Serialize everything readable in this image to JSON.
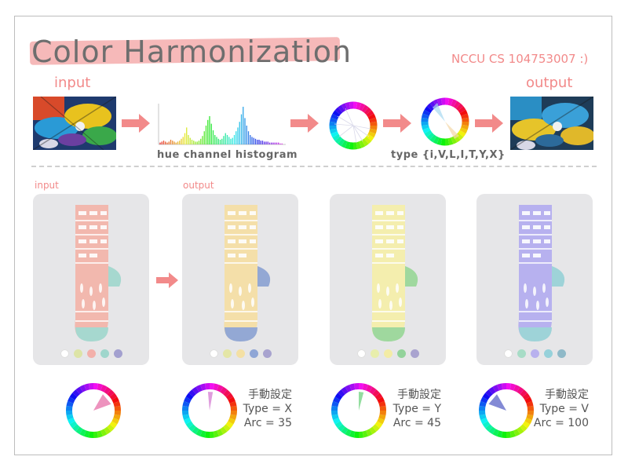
{
  "title": "Color Harmonization",
  "credit": "NCCU CS 104753007 :)",
  "top": {
    "input_label": "input",
    "output_label": "output",
    "histogram_caption": "hue channel histogram",
    "type_caption": "type {i,V,L,I,T,Y,X}"
  },
  "bottom": {
    "input_label": "input",
    "output_label": "output",
    "panels": [
      {
        "sock_color": "#f2b8ae",
        "accent": "#a6d8cf",
        "toe": "#a6d8cf",
        "palette": [
          "#ffffff",
          "#dde4a6",
          "#f3b0aa",
          "#9fd6cc",
          "#a3a0cf"
        ]
      },
      {
        "sock_color": "#f4dfa9",
        "accent": "#93a8d4",
        "toe": "#93a8d4",
        "palette": [
          "#ffffff",
          "#e4e6a6",
          "#f4e0a4",
          "#8fa6d6",
          "#a8a3cf"
        ]
      },
      {
        "sock_color": "#f4eeae",
        "accent": "#9fd89e",
        "toe": "#9fd89e",
        "palette": [
          "#ffffff",
          "#e8eeac",
          "#f3eca6",
          "#93d39b",
          "#a9a3cf"
        ]
      },
      {
        "sock_color": "#b7b1ef",
        "accent": "#9ed3d8",
        "toe": "#9ed3d8",
        "palette": [
          "#ffffff",
          "#a7dcc6",
          "#b8b1ee",
          "#96d1da",
          "#8fb9c8"
        ]
      }
    ],
    "wheels": [
      {
        "line1": "",
        "line2": "",
        "line3": ""
      },
      {
        "line1": "手動設定",
        "line2": "Type = X",
        "line3": "Arc = 35"
      },
      {
        "line1": "手動設定",
        "line2": "Type = Y",
        "line3": "Arc = 45"
      },
      {
        "line1": "手動設定",
        "line2": "Type = V",
        "line3": "Arc = 100"
      }
    ]
  },
  "histogram_bins": [
    2,
    3,
    4,
    3,
    2,
    3,
    5,
    4,
    3,
    2,
    3,
    4,
    6,
    8,
    12,
    18,
    10,
    7,
    5,
    4,
    3,
    3,
    4,
    6,
    9,
    14,
    20,
    26,
    30,
    22,
    15,
    10,
    8,
    6,
    5,
    6,
    9,
    12,
    10,
    8,
    6,
    7,
    10,
    14,
    18,
    24,
    32,
    40,
    28,
    20,
    14,
    10,
    8,
    7,
    6,
    5,
    5,
    4,
    4,
    3,
    3,
    3,
    2,
    2,
    2,
    2,
    2,
    2,
    1,
    1
  ]
}
